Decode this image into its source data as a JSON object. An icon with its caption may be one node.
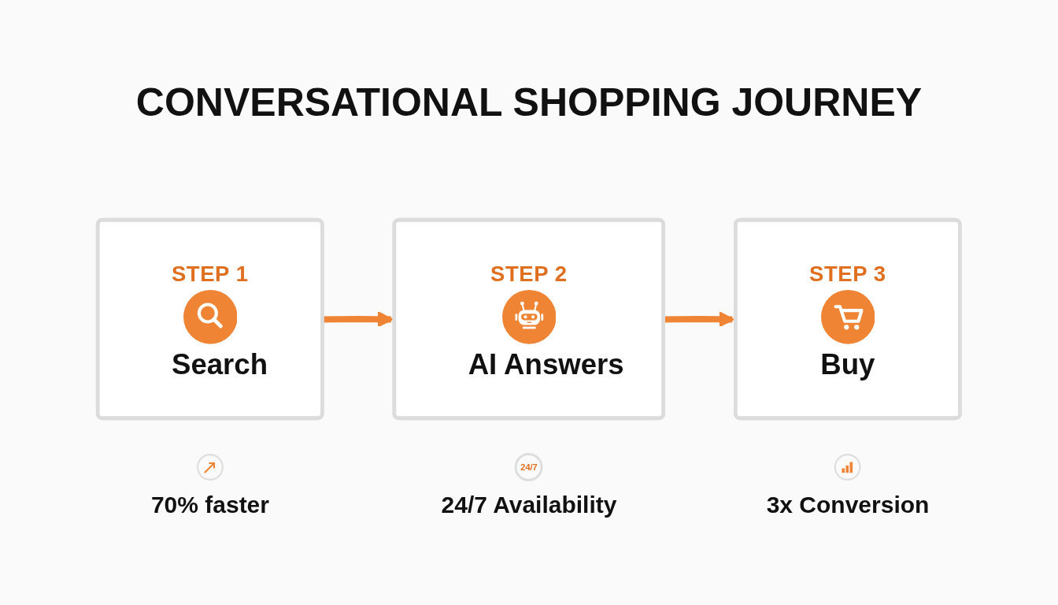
{
  "diagram": {
    "title": "CONVERSATIONAL SHOPPING JOURNEY",
    "nodes": [
      {
        "text": [
          "STEP 1",
          "Search"
        ],
        "beside": [
          "70% faster"
        ]
      },
      {
        "text": [
          "STEP 2",
          "AI Answers"
        ],
        "beside": [
          "24/7 Availability"
        ]
      },
      {
        "text": [
          "STEP 3",
          "Buy"
        ],
        "beside": [
          "3x Conversion"
        ]
      }
    ],
    "edges": [
      {
        "from": 0,
        "to": 1,
        "arrow": "to"
      },
      {
        "from": 1,
        "to": 2,
        "arrow": "to"
      }
    ],
    "labels": [
      "24/7"
    ]
  }
}
